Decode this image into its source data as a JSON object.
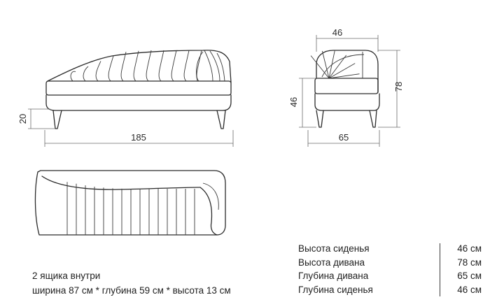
{
  "dimensions": {
    "front_length": "185",
    "front_leg_height": "20",
    "side_top_width": "46",
    "side_total_height": "78",
    "side_seat_height": "46",
    "side_depth": "65"
  },
  "boxes_note": {
    "line1": "2 ящика внутри",
    "line2": "ширина 87 см * глубина 59 см * высота 13 см"
  },
  "specs": [
    {
      "label": "Высота сиденья",
      "value": "46 см"
    },
    {
      "label": "Высота дивана",
      "value": "78 см"
    },
    {
      "label": "Глубина дивана",
      "value": "65 см"
    },
    {
      "label": "Глубина сиденья",
      "value": "46 см"
    }
  ],
  "colors": {
    "line": "#2b2b2b",
    "dimension": "#6b6b6b",
    "background": "#ffffff"
  }
}
